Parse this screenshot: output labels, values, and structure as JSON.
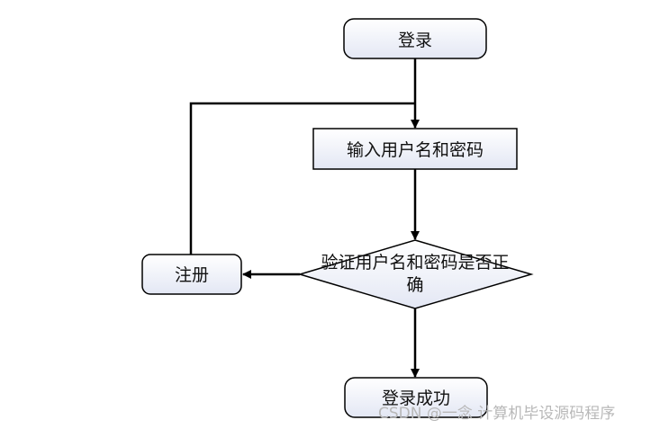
{
  "flowchart": {
    "nodes": {
      "login": "登录",
      "input_credentials": "输入用户名和密码",
      "verify_line1": "验证用户名和密码是否正",
      "verify_line2": "确",
      "register": "注册",
      "login_success": "登录成功"
    }
  },
  "watermark": {
    "text": "CSDN @一念 计算机毕设源码程序"
  },
  "colors": {
    "stroke": "#000000",
    "node_fill_light": "#ffffff",
    "node_fill_shade": "#e5e9f5",
    "watermark": "#b8b8b8"
  }
}
